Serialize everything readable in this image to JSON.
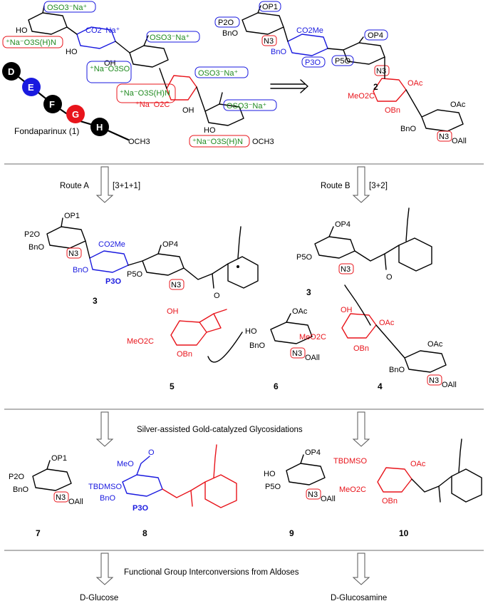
{
  "fondaparinux": {
    "label": "Fondaparinux (1)",
    "units": [
      "D",
      "E",
      "F",
      "G",
      "H"
    ],
    "terminal": "OCH3",
    "colors": {
      "D": "#000000",
      "E": "#1a1adf",
      "F": "#000000",
      "G": "#e8141b",
      "H": "#000000"
    }
  },
  "fondaparinux_groups": {
    "oso3na": "OSO3⁻Na⁺",
    "co2na": "CO2⁻Na⁺",
    "nhso3": "⁺Na⁻O3S(H)N",
    "na_o3so": "⁺Na⁻O3SO",
    "ho": "HO",
    "oh": "OH",
    "och3": "OCH3",
    "nao2c": "⁺Na⁻O2C"
  },
  "target2": {
    "label": "2",
    "groups": [
      "OP1",
      "P2O",
      "BnO",
      "N3",
      "CO2Me",
      "BnO",
      "P3O",
      "OP4",
      "P5O",
      "N3",
      "OAc",
      "MeO2C",
      "OBn",
      "OAc",
      "BnO",
      "N3",
      "OAll"
    ]
  },
  "routes": {
    "route_a": "Route A",
    "route_a_strategy": "[3+1+1]",
    "route_b": "Route B",
    "route_b_strategy": "[3+2]"
  },
  "compounds": {
    "c3a": "3",
    "c3b": "3",
    "c4": "4",
    "c5": "5",
    "c6": "6",
    "c7": "7",
    "c8": "8",
    "c9": "9",
    "c10": "10"
  },
  "group_labels": {
    "op1": "OP1",
    "p2o": "P2O",
    "bno": "BnO",
    "n3": "N3",
    "co2me": "CO2Me",
    "p3o": "P3O",
    "op4": "OP4",
    "p5o": "P5O",
    "oac": "OAc",
    "meo2c": "MeO2C",
    "obn": "OBn",
    "oall": "OAll",
    "oh": "OH",
    "ho": "HO",
    "tbdmso": "TBDMSO",
    "meo": "MeO",
    "o": "O"
  },
  "steps": {
    "glycosidation": "Silver-assisted Gold-catalyzed Glycosidations",
    "interconversion": "Functional Group Interconversions from Aldoses"
  },
  "sources": {
    "glucose": "D-Glucose",
    "glucosamine": "D-Glucosamine"
  },
  "colors": {
    "blue": "#1a1adf",
    "red": "#e8141b",
    "green": "#1f8a1f",
    "black": "#000000",
    "separator": "#8a8a8a"
  }
}
